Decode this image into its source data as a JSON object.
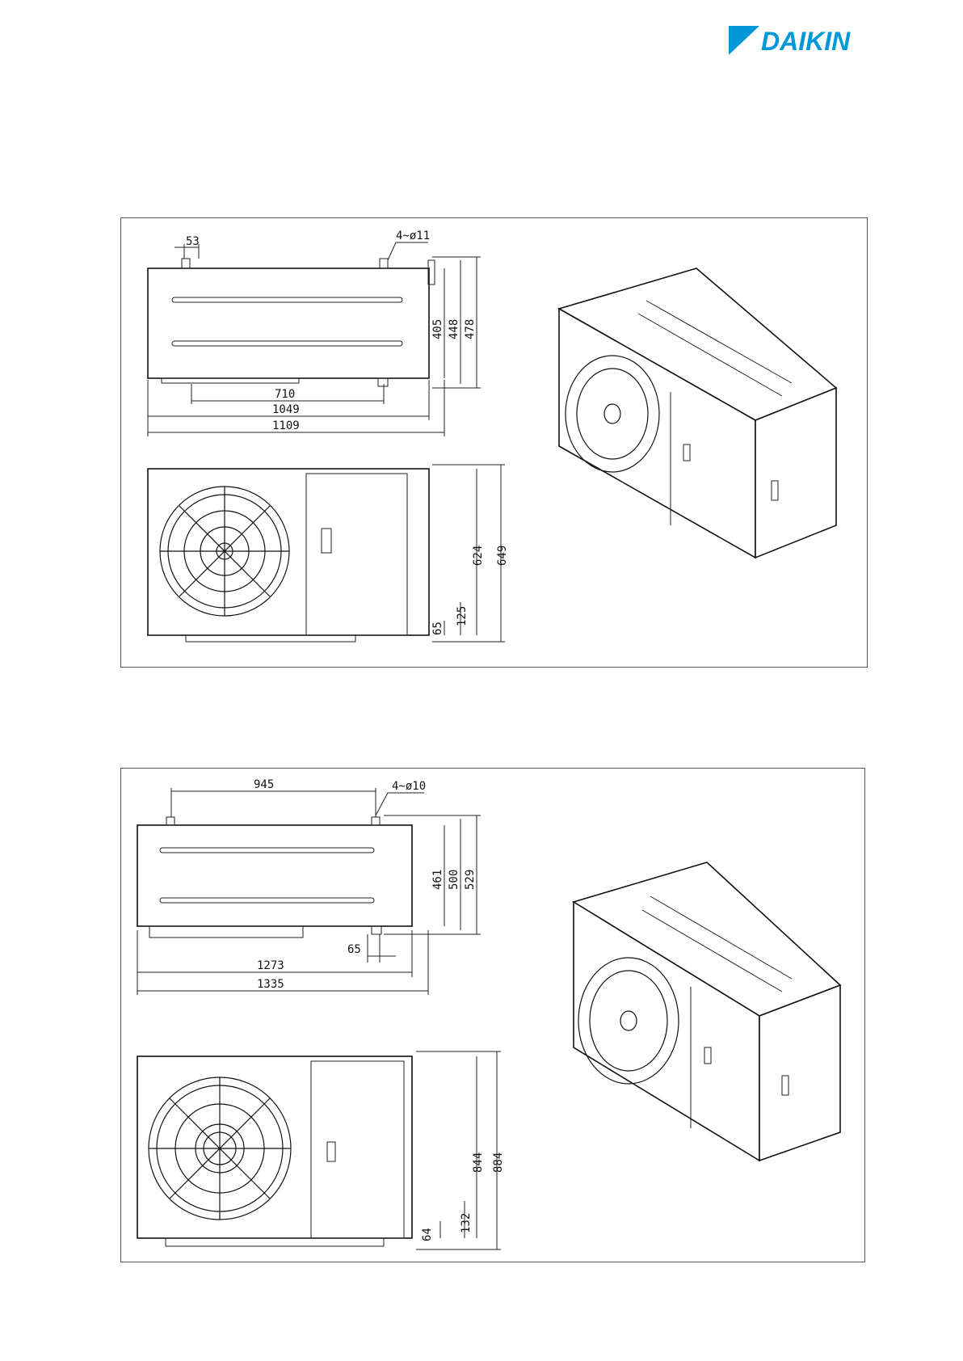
{
  "brand": {
    "name": "DAIKIN",
    "color": "#0098d9"
  },
  "unit1": {
    "top_view": {
      "d_53": "53",
      "holes": "4~ø11",
      "d_405": "405",
      "d_448": "448",
      "d_478": "478",
      "d_710": "710",
      "d_1049": "1049",
      "d_1109": "1109"
    },
    "front_view": {
      "d_624": "624",
      "d_649": "649",
      "d_125": "125",
      "d_65": "65"
    }
  },
  "unit2": {
    "top_view": {
      "d_945": "945",
      "holes": "4~ø10",
      "d_461": "461",
      "d_500": "500",
      "d_529": "529",
      "d_65": "65",
      "d_1273": "1273",
      "d_1335": "1335"
    },
    "front_view": {
      "d_844": "844",
      "d_884": "884",
      "d_132": "132",
      "d_64": "64"
    }
  }
}
